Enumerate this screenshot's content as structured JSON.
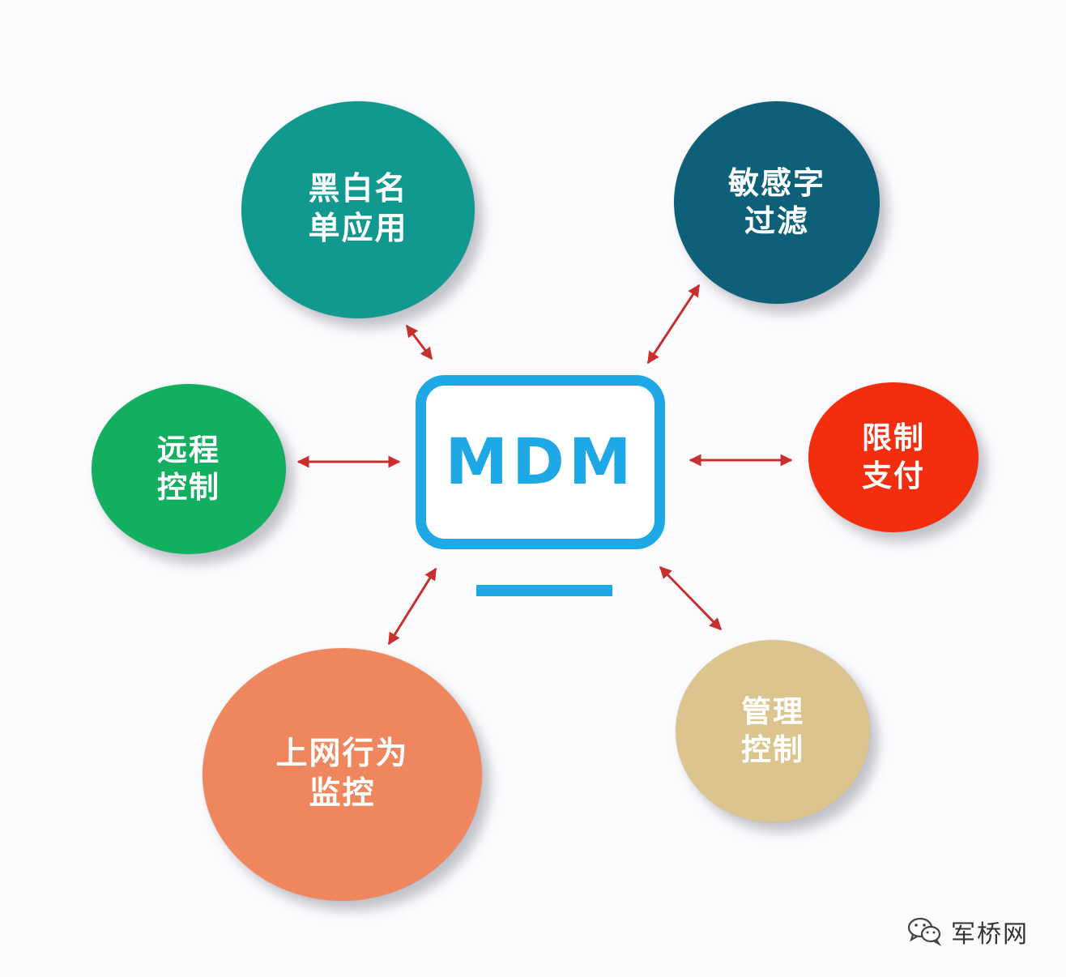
{
  "center": {
    "title": "MDM",
    "color": "#1ea8e6"
  },
  "nodes": [
    {
      "id": "blacklist",
      "line1": "黑白名",
      "line2": "单应用",
      "color": "#11998f"
    },
    {
      "id": "sensitive-word",
      "line1": "敏感字",
      "line2": "过滤",
      "color": "#0e6079"
    },
    {
      "id": "remote-control",
      "line1": "远程",
      "line2": "控制",
      "color": "#12af60"
    },
    {
      "id": "payment-limit",
      "line1": "限制",
      "line2": "支付",
      "color": "#f22e0f"
    },
    {
      "id": "internet-monitor",
      "line1": "上网行为",
      "line2": "监控",
      "color": "#f0865d"
    },
    {
      "id": "management",
      "line1": "管理",
      "line2": "控制",
      "color": "#dcc48f"
    }
  ],
  "arrow_color": "#c8302e",
  "watermark": {
    "icon": "wechat-icon",
    "text": "军桥网"
  }
}
